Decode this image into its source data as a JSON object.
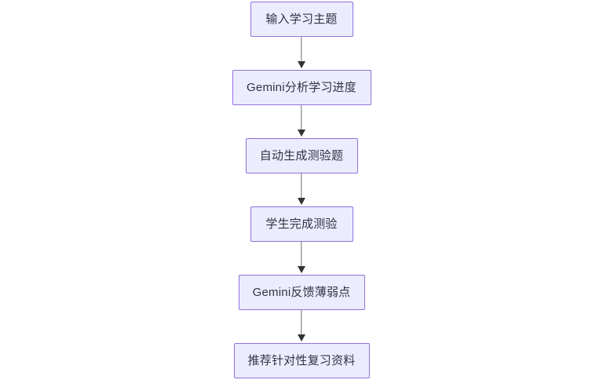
{
  "diagram": {
    "type": "flowchart",
    "direction": "top-to-bottom",
    "background_color": "#ffffff",
    "node_fill_color": "#ececff",
    "node_border_color": "#9370db",
    "node_text_color": "#333344",
    "arrow_color": "#333333",
    "nodes": [
      {
        "id": "node-1",
        "label": "输入学习主题"
      },
      {
        "id": "node-2",
        "label": "Gemini分析学习进度"
      },
      {
        "id": "node-3",
        "label": "自动生成测验题"
      },
      {
        "id": "node-4",
        "label": "学生完成测验"
      },
      {
        "id": "node-5",
        "label": "Gemini反馈薄弱点"
      },
      {
        "id": "node-6",
        "label": "推荐针对性复习资料"
      }
    ],
    "edges": [
      {
        "from": "node-1",
        "to": "node-2",
        "label": ""
      },
      {
        "from": "node-2",
        "to": "node-3",
        "label": ""
      },
      {
        "from": "node-3",
        "to": "node-4",
        "label": ""
      },
      {
        "from": "node-4",
        "to": "node-5",
        "label": ""
      },
      {
        "from": "node-5",
        "to": "node-6",
        "label": ""
      }
    ]
  }
}
